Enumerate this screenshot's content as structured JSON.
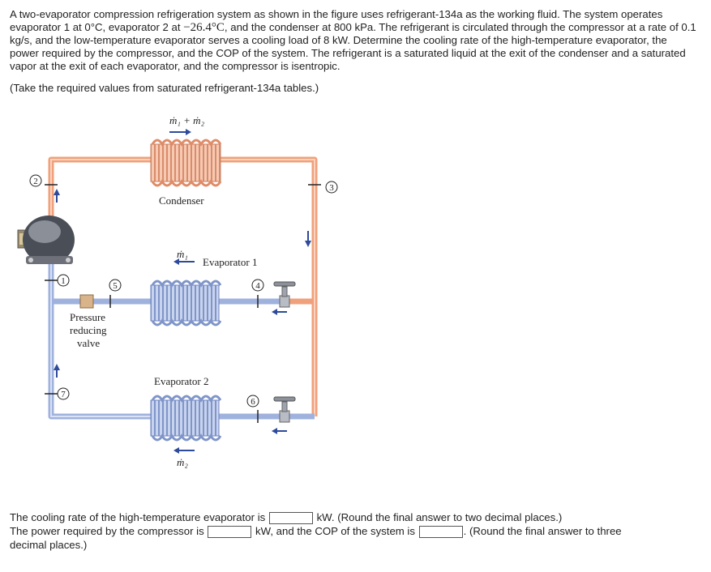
{
  "problem": {
    "p1": "A two-evaporator compression refrigeration system as shown in the figure uses refrigerant-134a as the working fluid. The system operates evaporator 1 at 0°C, evaporator 2 at ",
    "t2": "−26.4°C",
    "p2": ", and the condenser at 800 kPa. The refrigerant is circulated through the compressor at a rate of 0.1 kg/s, and the low-temperature evaporator serves a cooling load of 8 kW. Determine the cooling rate of the high-temperature evaporator, the power required by the compressor, and the COP of the system. The refrigerant is a saturated liquid at the exit of the condenser and a saturated vapor at the exit of each evaporator, and the compressor is isentropic.",
    "note": "(Take the required values from saturated refrigerant-134a tables.)"
  },
  "figure": {
    "flow_total": "ṁ₁ + ṁ₂",
    "flow_1": "ṁ₁",
    "flow_2": "ṁ₂",
    "condenser": "Condenser",
    "evap1": "Evaporator 1",
    "evap2": "Evaporator 2",
    "valve": [
      "Pressure",
      "reducing",
      "valve"
    ],
    "states": [
      "1",
      "2",
      "3",
      "4",
      "5",
      "6",
      "7"
    ],
    "colors": {
      "hot_pipe": "#f0a07a",
      "cold_pipe": "#9fb2de",
      "arrow": "#2e4a9a"
    }
  },
  "answers": {
    "line1_a": "The cooling rate of the high-temperature evaporator is",
    "line1_b": "kW. (Round the final answer to two decimal places.)",
    "line2_a": "The power required by the compressor is",
    "line2_b": "kW, and the COP of the system is",
    "line2_c": ". (Round the final answer to three",
    "line3": "decimal places.)"
  }
}
